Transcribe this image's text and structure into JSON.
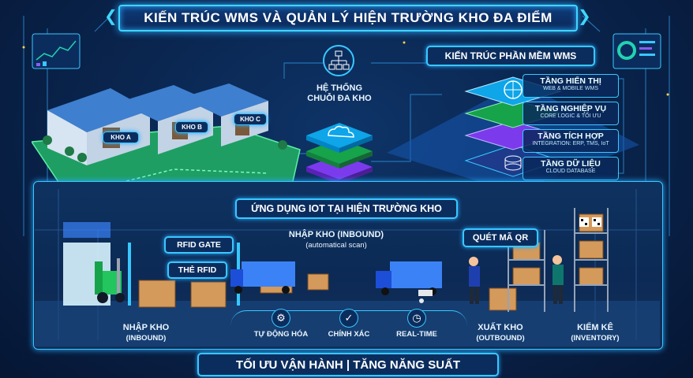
{
  "title": "KIẾN TRÚC WMS VÀ QUẢN LÝ HIỆN TRƯỜNG KHO ĐA ĐIỂM",
  "warehouses": [
    "KHO A",
    "KHO B",
    "KHO C"
  ],
  "hub": {
    "line1": "HỆ THỐNG",
    "line2": "CHUỖI ĐA KHO"
  },
  "software": {
    "heading": "KIẾN TRÚC PHẦN MỀM WMS",
    "layers": [
      {
        "name": "TẦNG HIỂN THỊ",
        "desc": "WEB & MOBILE WMS"
      },
      {
        "name": "TẦNG NGHIỆP VỤ",
        "desc": "CORE LOGIC & TỐI ƯU"
      },
      {
        "name": "TẦNG TÍCH HỢP",
        "desc": "INTEGRATION: ERP, TMS, IoT"
      },
      {
        "name": "TẦNG DỮ LIỆU",
        "desc": "CLOUD DATABASE"
      }
    ]
  },
  "iot": {
    "heading": "ỨNG DỤNG IOT TẠI HIỆN TRƯỜNG KHO",
    "rfid_gate": "RFID GATE",
    "rfid_tag": "THẺ RFID",
    "inbound_center": {
      "line1": "NHẬP KHO (INBOUND)",
      "line2": "(automatical scan)"
    },
    "qr": "QUÉT MÃ QR",
    "inbound": {
      "line1": "NHẬP KHO",
      "line2": "(INBOUND)"
    },
    "outbound": {
      "line1": "XUẤT KHO",
      "line2": "(OUTBOUND)"
    },
    "inventory": {
      "line1": "KIỂM KÊ",
      "line2": "(INVENTORY)"
    },
    "features": [
      {
        "label": "TỰ ĐỘNG HÓA",
        "icon": "gear-icon"
      },
      {
        "label": "CHÍNH XÁC",
        "icon": "check-icon"
      },
      {
        "label": "REAL-TIME",
        "icon": "clock-icon"
      }
    ]
  },
  "footer": "TỐI ƯU VẬN HÀNH | TĂNG NĂNG SUẤT",
  "colors": {
    "accent": "#38c8ff",
    "teal": "#22d3b0",
    "purple": "#8b5cf6",
    "green": "#22c55e",
    "bg": "#071a3a"
  }
}
